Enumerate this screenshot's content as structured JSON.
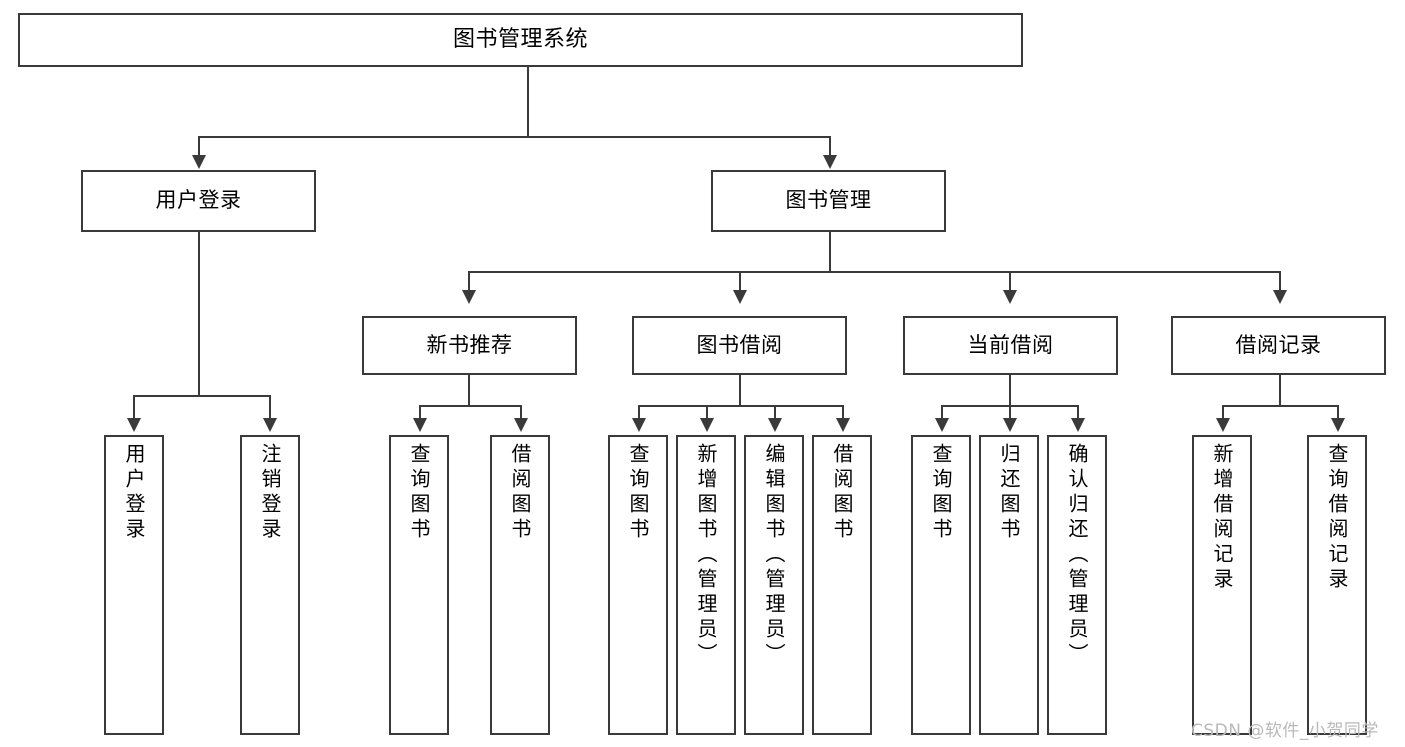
{
  "diagram": {
    "type": "tree",
    "title": "图书管理系统",
    "watermark": "CSDN @软件_小贺同学",
    "colors": {
      "box_border": "#3a3a3a",
      "box_fill": "#ffffff",
      "connector": "#3a3a3a",
      "text": "#000000",
      "watermark": "#b9b9b9",
      "background": "#ffffff"
    },
    "nodes": {
      "root": {
        "label": "图书管理系统",
        "level": 1
      },
      "level2": [
        {
          "id": "user-login",
          "label": "用户登录"
        },
        {
          "id": "book-manage",
          "label": "图书管理"
        }
      ],
      "level3": [
        {
          "id": "new-book-rec",
          "label": "新书推荐"
        },
        {
          "id": "book-borrow",
          "label": "图书借阅"
        },
        {
          "id": "current-borrow",
          "label": "当前借阅"
        },
        {
          "id": "borrow-record",
          "label": "借阅记录"
        }
      ],
      "leaves": {
        "user-login": [
          {
            "id": "leaf-user-login",
            "label": "用户登录"
          },
          {
            "id": "leaf-user-logout",
            "label": "注销登录"
          }
        ],
        "new-book-rec": [
          {
            "id": "leaf-query-book-1",
            "label": "查询图书"
          },
          {
            "id": "leaf-borrow-book-1",
            "label": "借阅图书"
          }
        ],
        "book-borrow": [
          {
            "id": "leaf-query-book-2",
            "label": "查询图书"
          },
          {
            "id": "leaf-add-book",
            "label": "新增图书（管理员）"
          },
          {
            "id": "leaf-edit-book",
            "label": "编辑图书（管理员）"
          },
          {
            "id": "leaf-borrow-book-2",
            "label": "借阅图书"
          }
        ],
        "current-borrow": [
          {
            "id": "leaf-query-book-3",
            "label": "查询图书"
          },
          {
            "id": "leaf-return-book",
            "label": "归还图书"
          },
          {
            "id": "leaf-confirm-return",
            "label": "确认归还（管理员）"
          }
        ],
        "borrow-record": [
          {
            "id": "leaf-add-record",
            "label": "新增借阅记录"
          },
          {
            "id": "leaf-query-record",
            "label": "查询借阅记录"
          }
        ]
      }
    }
  }
}
